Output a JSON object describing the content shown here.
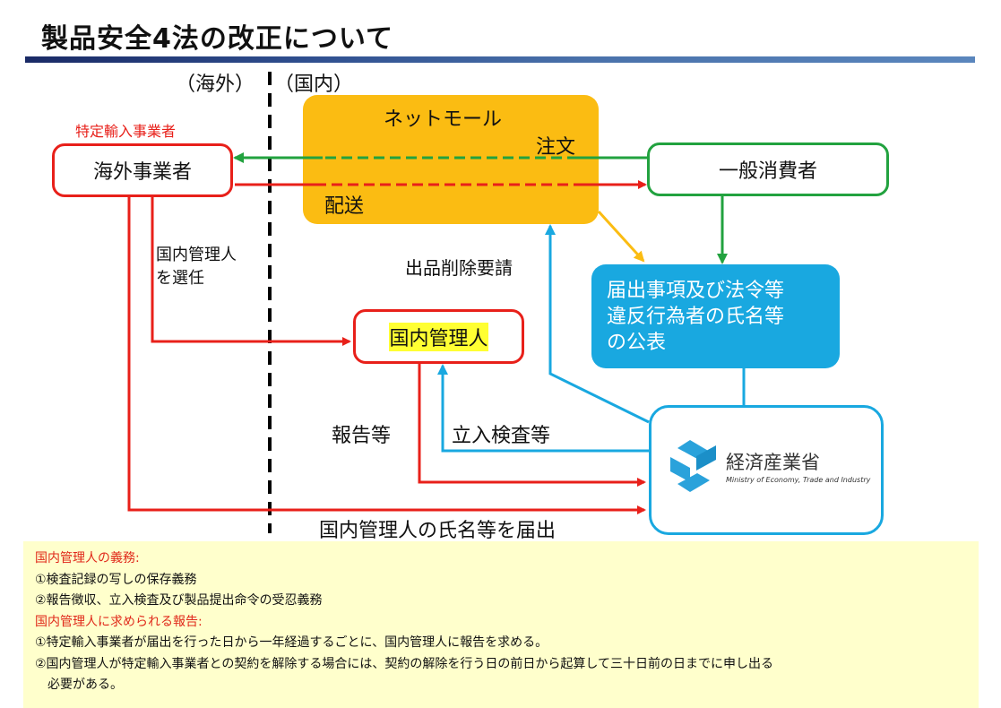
{
  "page": {
    "title": "製品安全4法の改正について",
    "regions": {
      "overseas": "（海外）",
      "domestic": "（国内）"
    }
  },
  "diagram": {
    "colors": {
      "red": "#e8201a",
      "green": "#22a23f",
      "blue": "#19a8e0",
      "orange": "#fbbc12",
      "highlight": "#ffff33",
      "notes_bg": "#ffffcc"
    },
    "nodes": {
      "overseas_business": {
        "caption": "特定輸入事業者",
        "label": "海外事業者"
      },
      "net_mall": {
        "label": "ネットモール"
      },
      "consumer": {
        "label": "一般消費者"
      },
      "publication": {
        "lines": [
          "届出事項及び法令等",
          "違反行為者の氏名等",
          "の公表"
        ]
      },
      "domestic_manager": {
        "label": "国内管理人"
      },
      "meti": {
        "name_ja": "経済産業省",
        "name_en": "Ministry of Economy, Trade and Industry"
      }
    },
    "edge_labels": {
      "order": "注文",
      "delivery": "配送",
      "appoint_manager": [
        "国内管理人",
        "を選任"
      ],
      "removal_request": "出品削除要請",
      "report": "報告等",
      "inspection": "立入検査等",
      "notify_manager_name": "国内管理人の氏名等を届出"
    }
  },
  "notes": {
    "obligations_heading": "国内管理人の義務:",
    "obligations": [
      "①検査記録の写しの保存義務",
      "②報告徴収、立入検査及び製品提出命令の受忍義務"
    ],
    "reports_heading": "国内管理人に求められる報告:",
    "reports": [
      "①特定輸入事業者が届出を行った日から一年経過するごとに、国内管理人に報告を求める。",
      "②国内管理人が特定輸入事業者との契約を解除する場合には、契約の解除を行う日の前日から起算して三十日前の日までに申し出る",
      "　必要がある。"
    ]
  }
}
